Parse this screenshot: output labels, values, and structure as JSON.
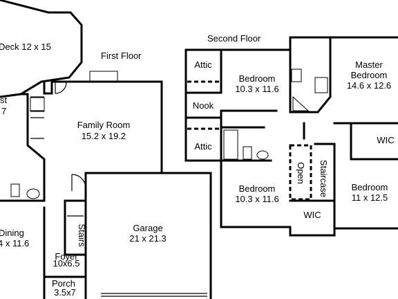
{
  "floors": {
    "first": "First Floor",
    "second": "Second Floor"
  },
  "rooms": {
    "deck": {
      "name": "Deck 12 x 15"
    },
    "family_room": {
      "name": "Family Room",
      "size": "15.2 x 19.2"
    },
    "garage": {
      "name": "Garage",
      "size": "21 x 21.3"
    },
    "dining": {
      "name": "Dining",
      "size": "4 x 11.6"
    },
    "foyer": {
      "name": "Foyer",
      "size": "10x6.5"
    },
    "porch": {
      "name": "Porch",
      "size": "3.5x7"
    },
    "stairs": {
      "name": "Stairs"
    },
    "breakfast": {
      "name": "st",
      "size": "7"
    },
    "attic_top": {
      "name": "Attic"
    },
    "nook": {
      "name": "Nook"
    },
    "attic_bottom": {
      "name": "Attic"
    },
    "bedroom_a": {
      "name": "Bedroom",
      "size": "10.3 x 11.6"
    },
    "master": {
      "name": "Master",
      "name2": "Bedroom",
      "size": "14.6 x 12.6"
    },
    "wic_master": {
      "name": "WIC"
    },
    "open": {
      "name": "Open"
    },
    "staircase": {
      "name": "Staircase"
    },
    "bedroom_b": {
      "name": "Bedroom",
      "size": "10.3 x 11.6"
    },
    "bedroom_c": {
      "name": "Bedroom",
      "size": "11 x 12.5"
    },
    "wic_lower": {
      "name": "WIC"
    }
  }
}
